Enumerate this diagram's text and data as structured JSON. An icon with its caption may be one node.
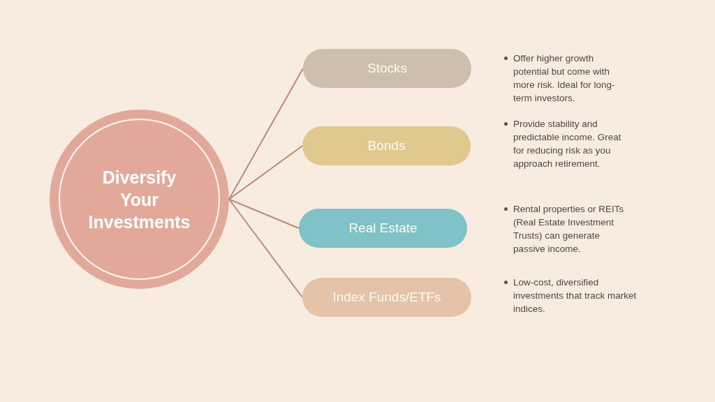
{
  "diagram": {
    "nodes": [
      {
        "text": [
          "Diversify Your Investments"
        ]
      },
      {
        "text": [
          "Stocks"
        ]
      },
      {
        "text": [
          "Bonds"
        ]
      },
      {
        "text": [
          "Real Estate"
        ]
      },
      {
        "text": [
          "Index Funds/ETFs"
        ]
      }
    ],
    "edges": [
      {
        "from": 0,
        "to": 1,
        "arrow": "none"
      },
      {
        "from": 0,
        "to": 2,
        "arrow": "none"
      },
      {
        "from": 0,
        "to": 3,
        "arrow": "none"
      },
      {
        "from": 0,
        "to": 4,
        "arrow": "none"
      }
    ],
    "labels": [
      "Offer higher growth potential but come with more risk. Ideal for long-term investors.",
      "Provide stability and predictable income. Great for reducing risk as you approach retirement.",
      "Rental properties or REITs (Real Estate Investment Trusts) can generate passive income.",
      "Low-cost, diversified investments that track market indices."
    ]
  }
}
